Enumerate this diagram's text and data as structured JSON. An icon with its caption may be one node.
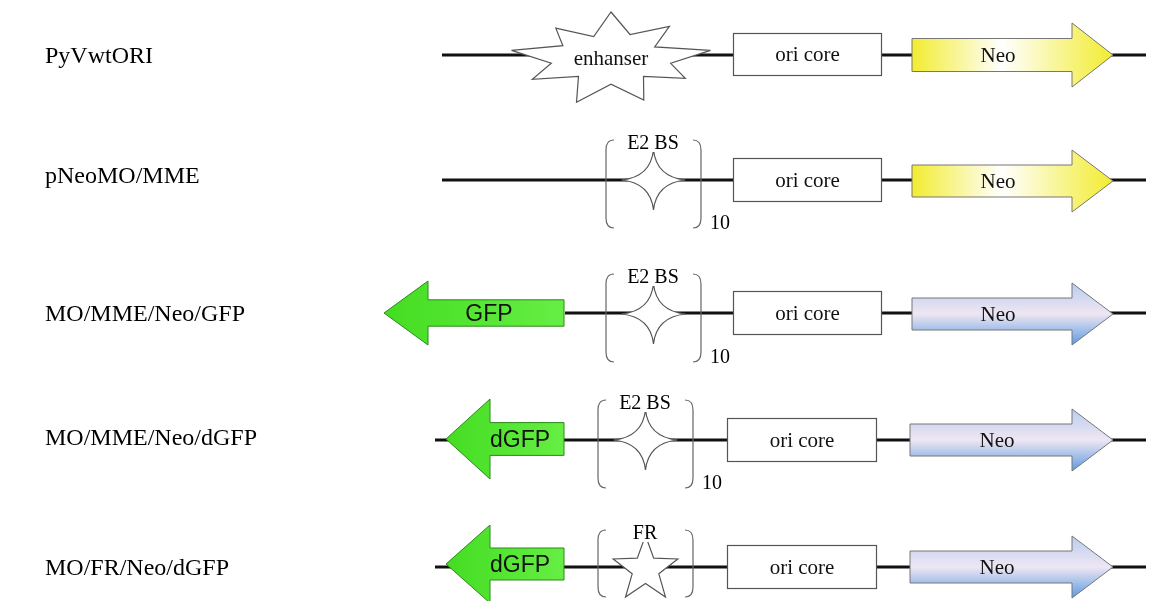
{
  "diagram": {
    "nodes": [
      {
        "text": [
          "enhanser"
        ]
      },
      {
        "text": [
          "ori core"
        ]
      },
      {
        "text": [
          "Neo"
        ]
      },
      {
        "text": [
          "E2 BS"
        ],
        "beside": [
          "10"
        ]
      },
      {
        "text": [
          "ori core"
        ]
      },
      {
        "text": [
          "Neo"
        ]
      },
      {
        "text": [
          "GFP"
        ]
      },
      {
        "text": [
          "E2 BS"
        ],
        "beside": [
          "10"
        ]
      },
      {
        "text": [
          "ori core"
        ]
      },
      {
        "text": [
          "Neo"
        ]
      },
      {
        "text": [
          "dGFP"
        ]
      },
      {
        "text": [
          "E2 BS"
        ],
        "beside": [
          "10"
        ]
      },
      {
        "text": [
          "ori core"
        ]
      },
      {
        "text": [
          "Neo"
        ]
      },
      {
        "text": [
          "dGFP"
        ]
      },
      {
        "text": [
          "FR"
        ]
      },
      {
        "text": [
          "ori core"
        ]
      },
      {
        "text": [
          "Neo"
        ]
      }
    ],
    "edges": [],
    "labels": [
      "PyVwtORI",
      "pNeoMO/MME",
      "MO/MME/Neo/GFP",
      "MO/MME/Neo/dGFP",
      "MO/FR/Neo/dGFP"
    ]
  }
}
